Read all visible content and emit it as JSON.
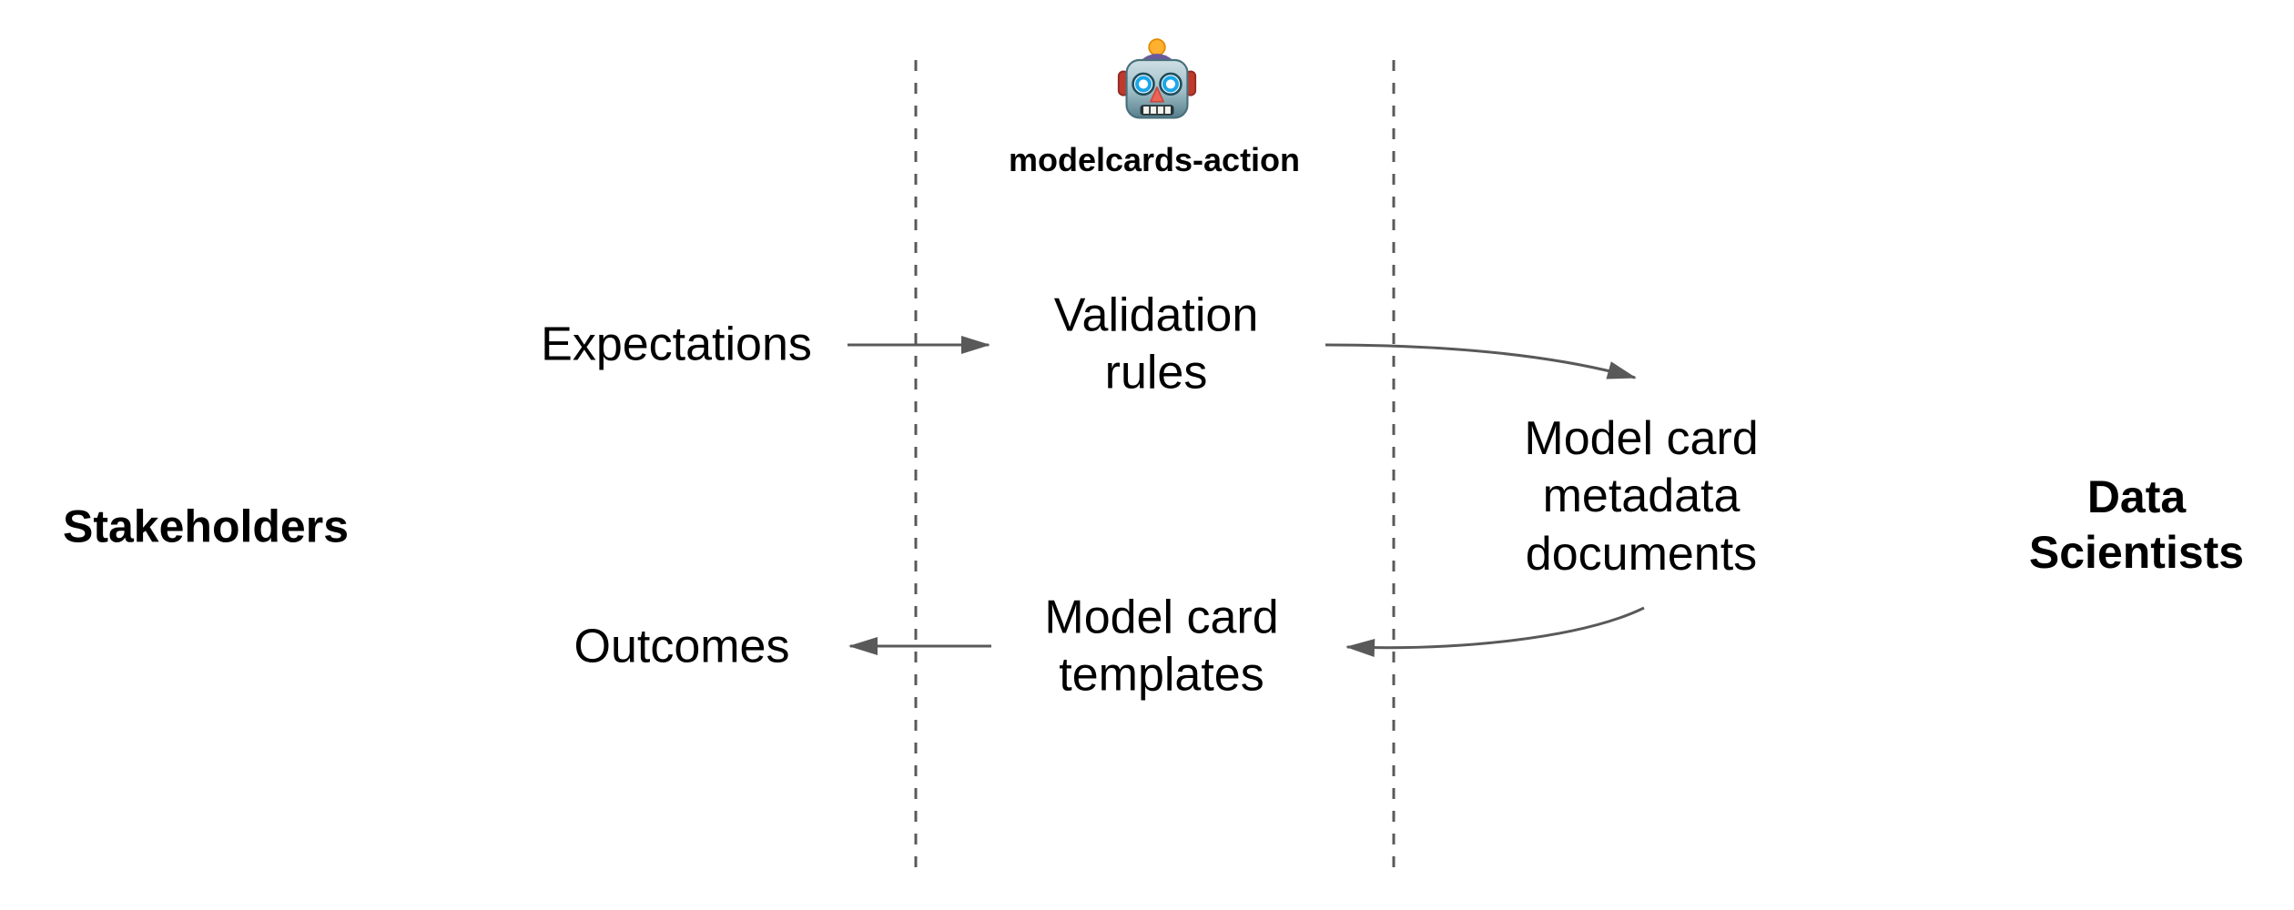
{
  "colors": {
    "text": "#000000",
    "line": "#595959",
    "background": "#ffffff"
  },
  "agent": {
    "icon": "robot-emoji",
    "label": "modelcards-action"
  },
  "actors": {
    "left": "Stakeholders",
    "right": "Data\nScientists"
  },
  "nodes": {
    "expectations": "Expectations",
    "validation_rules": "Validation\nrules",
    "metadata_documents": "Model card\nmetadata\ndocuments",
    "templates": "Model card\ntemplates",
    "outcomes": "Outcomes"
  },
  "flows": [
    {
      "from": "Expectations",
      "to": "Validation rules"
    },
    {
      "from": "Validation rules",
      "to": "Model card metadata documents"
    },
    {
      "from": "Model card metadata documents",
      "to": "Model card templates"
    },
    {
      "from": "Model card templates",
      "to": "Outcomes"
    }
  ]
}
